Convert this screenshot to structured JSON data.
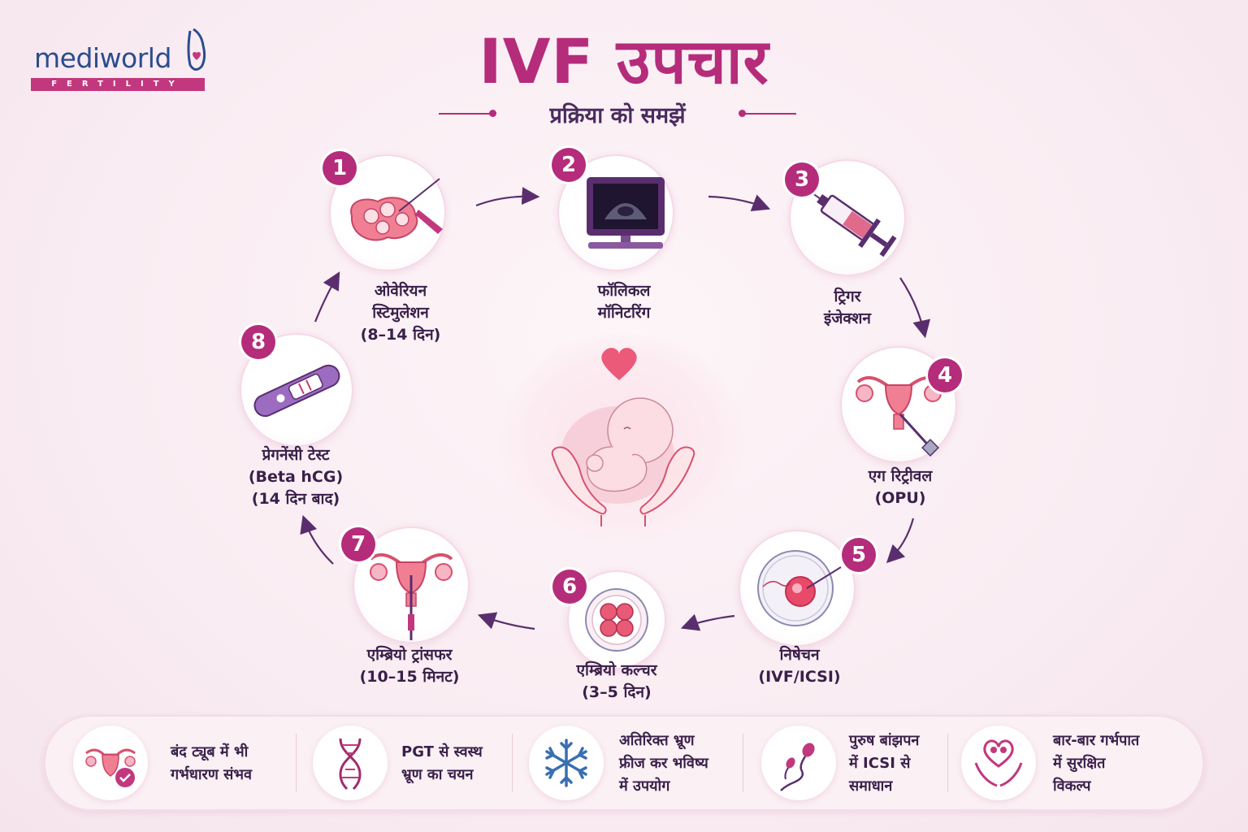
{
  "brand": {
    "name": "mediworld",
    "tagline": "FERTILITY"
  },
  "title": "IVF उपचार",
  "subtitle": "प्रक्रिया को समझें",
  "colors": {
    "accent": "#b52c7b",
    "text": "#3a1f4a",
    "arrow": "#5a2e6e",
    "bg": "#fbf1f5"
  },
  "steps": [
    {
      "number": "1",
      "icon": "ovary-stimulation-icon",
      "lines": [
        "ओवेरियन",
        "स्टिमुलेशन",
        "(8–14 दिन)"
      ]
    },
    {
      "number": "2",
      "icon": "ultrasound-monitor-icon",
      "lines": [
        "फॉलिकल",
        "मॉनिटरिंग"
      ]
    },
    {
      "number": "3",
      "icon": "syringe-icon",
      "lines": [
        "ट्रिगर",
        "इंजेक्शन"
      ]
    },
    {
      "number": "4",
      "icon": "egg-retrieval-icon",
      "lines": [
        "एग रिट्रीवल",
        "(OPU)"
      ]
    },
    {
      "number": "5",
      "icon": "fertilization-icon",
      "lines": [
        "निषेचन",
        "(IVF/ICSI)"
      ]
    },
    {
      "number": "6",
      "icon": "embryo-culture-icon",
      "lines": [
        "एम्ब्रियो कल्चर",
        "(3–5 दिन)"
      ]
    },
    {
      "number": "7",
      "icon": "embryo-transfer-icon",
      "lines": [
        "एम्ब्रियो ट्रांसफर",
        "(10–15 मिनट)"
      ]
    },
    {
      "number": "8",
      "icon": "pregnancy-test-icon",
      "lines": [
        "प्रेगनेंसी टेस्ट",
        "(Beta hCG)",
        "(14 दिन बाद)"
      ]
    }
  ],
  "center_icon": "baby-in-hands-icon",
  "features": [
    {
      "icon": "uterus-check-icon",
      "lines": [
        "बंद ट्यूब में भी",
        "गर्भधारण संभव"
      ]
    },
    {
      "icon": "dna-icon",
      "lines": [
        "PGT से स्वस्थ",
        "भ्रूण का चयन"
      ]
    },
    {
      "icon": "snowflake-icon",
      "lines": [
        "अतिरिक्त भ्रूण",
        "फ्रीज कर भविष्य",
        "में उपयोग"
      ]
    },
    {
      "icon": "sperm-icon",
      "lines": [
        "पुरुष बांझपन",
        "में ICSI से",
        "समाधान"
      ]
    },
    {
      "icon": "heart-hands-icon",
      "lines": [
        "बार-बार गर्भपात",
        "में सुरक्षित",
        "विकल्प"
      ]
    }
  ]
}
